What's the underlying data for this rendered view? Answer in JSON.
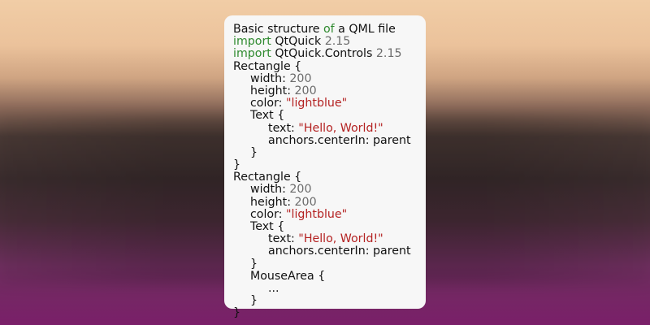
{
  "title": "Basic structure of a QML file",
  "code": {
    "title_prefix": "Basic structure ",
    "title_kw": "of",
    "title_suffix": " a QML file",
    "import_kw": "import",
    "import1_module": " QtQuick ",
    "import1_version": "2.15",
    "import2_module": " QtQuick.Controls ",
    "import2_version": "2.15",
    "rect_open": "Rectangle {",
    "width_key": "width: ",
    "width_val": "200",
    "height_key": "height: ",
    "height_val": "200",
    "color_key": "color: ",
    "color_val": "\"lightblue\"",
    "text_open": "Text {",
    "text_key": "text: ",
    "text_val": "\"Hello, World!\"",
    "anchors": "anchors.centerIn: parent",
    "close_brace": "}",
    "mousearea_open": "MouseArea {",
    "ellipsis": "..."
  },
  "colors": {
    "keyword": "#2f8a2f",
    "number": "#6b6b6b",
    "string": "#b42222",
    "text": "#111111",
    "card": "#f7f7f7"
  }
}
